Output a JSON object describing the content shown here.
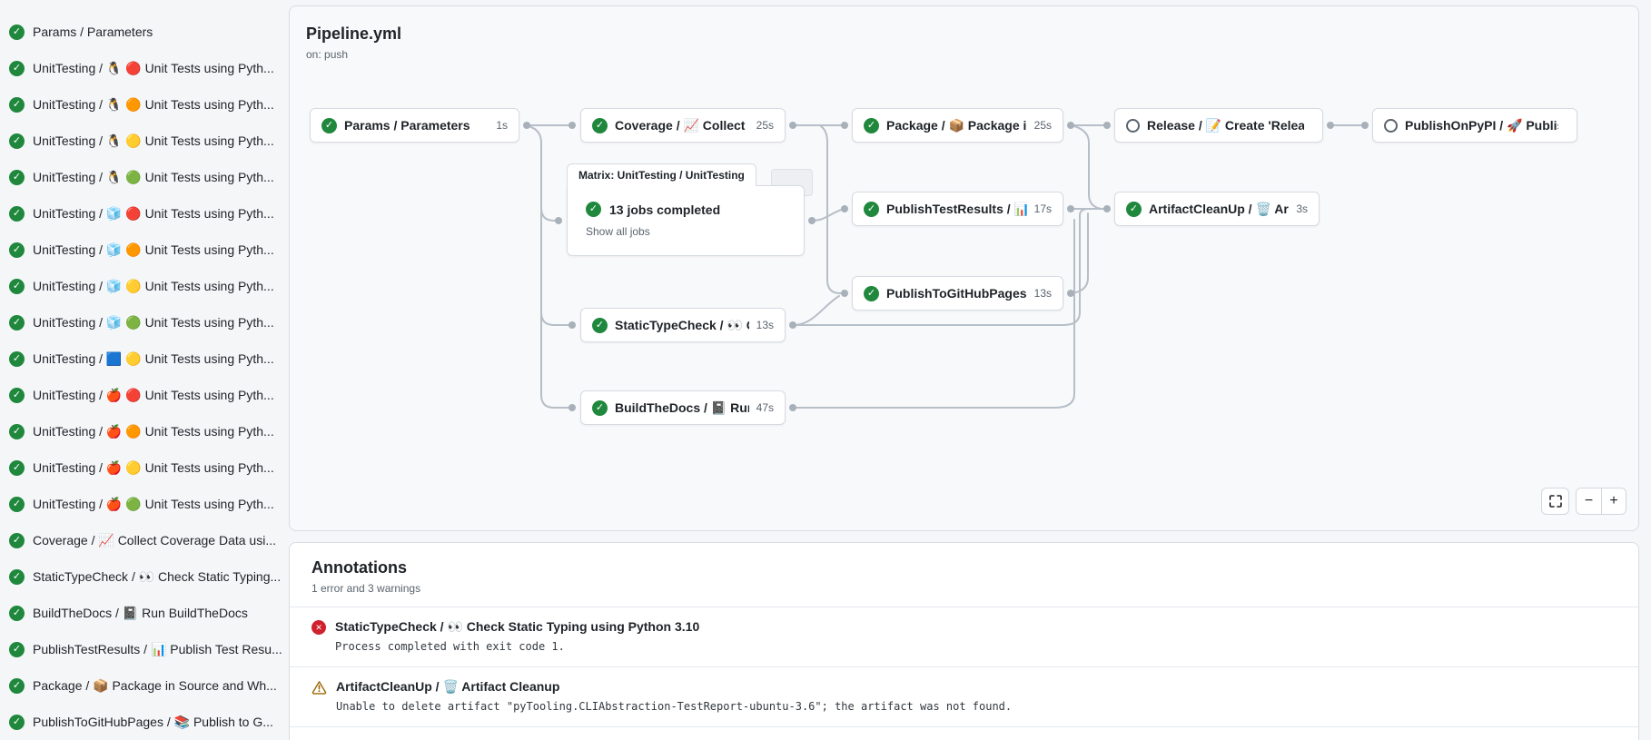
{
  "sidebar": {
    "jobs": [
      {
        "label": "Params / Parameters"
      },
      {
        "label": "UnitTesting / 🐧 🔴 Unit Tests using Pyth..."
      },
      {
        "label": "UnitTesting / 🐧 🟠 Unit Tests using Pyth..."
      },
      {
        "label": "UnitTesting / 🐧 🟡 Unit Tests using Pyth..."
      },
      {
        "label": "UnitTesting / 🐧 🟢 Unit Tests using Pyth..."
      },
      {
        "label": "UnitTesting / 🧊 🔴 Unit Tests using Pyth..."
      },
      {
        "label": "UnitTesting / 🧊 🟠 Unit Tests using Pyth..."
      },
      {
        "label": "UnitTesting / 🧊 🟡 Unit Tests using Pyth..."
      },
      {
        "label": "UnitTesting / 🧊 🟢 Unit Tests using Pyth..."
      },
      {
        "label": "UnitTesting / 🟦 🟡 Unit Tests using Pyth..."
      },
      {
        "label": "UnitTesting / 🍎 🔴 Unit Tests using Pyth..."
      },
      {
        "label": "UnitTesting / 🍎 🟠 Unit Tests using Pyth..."
      },
      {
        "label": "UnitTesting / 🍎 🟡 Unit Tests using Pyth..."
      },
      {
        "label": "UnitTesting / 🍎 🟢 Unit Tests using Pyth..."
      },
      {
        "label": "Coverage / 📈 Collect Coverage Data usi..."
      },
      {
        "label": "StaticTypeCheck / 👀 Check Static Typing..."
      },
      {
        "label": "BuildTheDocs / 📓 Run BuildTheDocs"
      },
      {
        "label": "PublishTestResults / 📊 Publish Test Resu..."
      },
      {
        "label": "Package / 📦 Package in Source and Wh..."
      },
      {
        "label": "PublishToGitHubPages / 📚 Publish to G..."
      }
    ]
  },
  "graph": {
    "title": "Pipeline.yml",
    "trigger": "on: push",
    "nodes": [
      {
        "label": "Params / Parameters",
        "duration": "1s",
        "status": "success"
      },
      {
        "label": "Coverage / 📈 Collect Cove...",
        "duration": "25s",
        "status": "success"
      },
      {
        "label": "Package / 📦 Package in So...",
        "duration": "25s",
        "status": "success"
      },
      {
        "label": "Release / 📝 Create 'Release P...",
        "duration": "",
        "status": "skipped"
      },
      {
        "label": "PublishOnPyPI / 🚀 Publish to ...",
        "duration": "",
        "status": "skipped"
      },
      {
        "label": "PublishTestResults / 📊 Pu...",
        "duration": "17s",
        "status": "success"
      },
      {
        "label": "ArtifactCleanUp / 🗑️ Artifac...",
        "duration": "3s",
        "status": "success"
      },
      {
        "label": "PublishToGitHubPages / 📚 ...",
        "duration": "13s",
        "status": "success"
      },
      {
        "label": "StaticTypeCheck / 👀 Chec...",
        "duration": "13s",
        "status": "success"
      },
      {
        "label": "BuildTheDocs / 📓 Run Buil...",
        "duration": "47s",
        "status": "success"
      }
    ],
    "matrix": {
      "tab": "Matrix: UnitTesting / UnitTesting",
      "summary": "13 jobs completed",
      "link": "Show all jobs"
    },
    "controls": {
      "zoom_out": "−",
      "zoom_in": "+"
    }
  },
  "annotations": {
    "title": "Annotations",
    "summary": "1 error and 3 warnings",
    "items": [
      {
        "type": "error",
        "title": "StaticTypeCheck / 👀 Check Static Typing using Python 3.10",
        "message": "Process completed with exit code 1."
      },
      {
        "type": "warning",
        "title": "ArtifactCleanUp / 🗑️ Artifact Cleanup",
        "message": "Unable to delete artifact \"pyTooling.CLIAbstraction-TestReport-ubuntu-3.6\"; the artifact was not found."
      }
    ]
  }
}
